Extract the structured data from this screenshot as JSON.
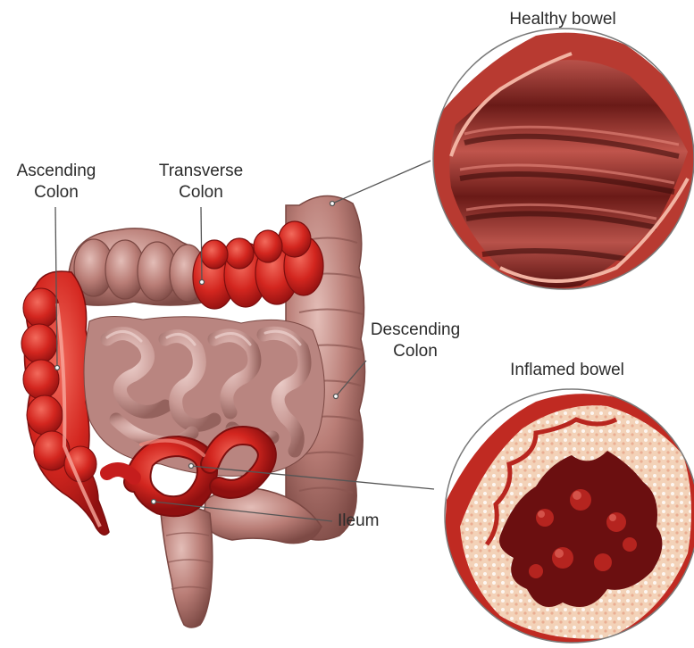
{
  "labels": {
    "ascending": {
      "line1": "Ascending",
      "line2": "Colon"
    },
    "transverse": {
      "line1": "Transverse",
      "line2": "Colon"
    },
    "descending": {
      "line1": "Descending",
      "line2": "Colon"
    },
    "ileum": "Ileum"
  },
  "insets": {
    "healthy": "Healthy bowel",
    "inflamed": "Inflamed bowel"
  },
  "colors": {
    "healthy_tissue": "#c98f88",
    "healthy_tissue_dark": "#8e5650",
    "inflamed_tissue": "#d8302a",
    "inflamed_tissue_dark": "#9e1414",
    "small_intestine": "#d3a7a3",
    "label_line": "#555555",
    "inset_border": "#7a7a7a"
  }
}
